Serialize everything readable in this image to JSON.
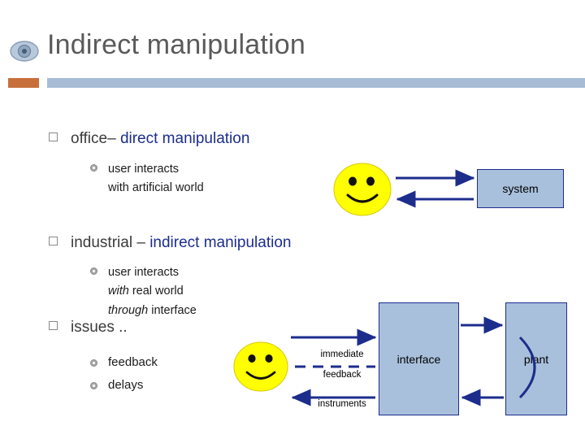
{
  "slide": {
    "title": "Indirect manipulation",
    "accent_color": "#c8703c",
    "bar_color": "#a7bdd6",
    "title_color": "#5a5a5a",
    "heading_blue": "#1c2d8c",
    "box_fill": "#a8c0dc",
    "box_stroke": "#1c2d8c",
    "smiley_fill": "#ffff00"
  },
  "bullets": [
    {
      "id": "office",
      "text_plain": "office",
      "text_dash": "– ",
      "text_blue": "direct manipulation",
      "sub": [
        {
          "line1": "user interacts",
          "line2": "with artificial world"
        }
      ]
    },
    {
      "id": "industrial",
      "text_plain": "industrial ",
      "text_dash": "– ",
      "text_blue": "indirect manipulation",
      "sub": [
        {
          "line1": "user interacts",
          "line2_italic": "with",
          "line2_rest": " real world",
          "line3_italic": "through",
          "line3_rest": " interface"
        }
      ]
    },
    {
      "id": "issues",
      "text_plain": "issues ..",
      "sub": [
        {
          "label": "feedback"
        },
        {
          "label": "delays"
        }
      ]
    }
  ],
  "diagram_top": {
    "system_box_label": "system"
  },
  "diagram_bottom": {
    "interface_box_label": "interface",
    "plant_box_label": "plant",
    "immediate_label": "immediate",
    "feedback_label": "feedback",
    "instruments_label": "instruments"
  },
  "icons": {
    "header": "eye-icon",
    "smiley": "smiley-face-icon",
    "bullet_square": "square-bullet-icon",
    "bullet_circle": "circle-bullet-icon"
  }
}
